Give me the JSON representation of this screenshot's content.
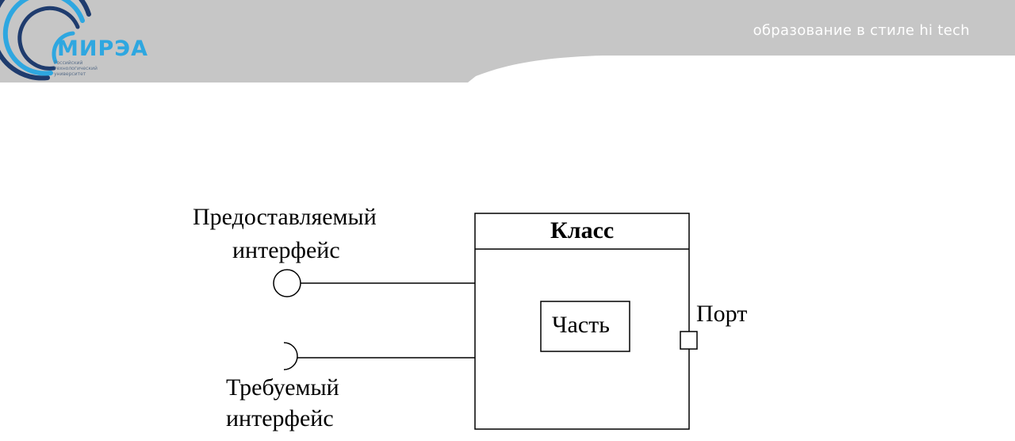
{
  "header": {
    "slogan": "образование в стиле hi tech",
    "logo": {
      "name": "МИРЭА",
      "subtitle_lines": [
        "Российский",
        "технологический",
        "университет"
      ]
    },
    "colors": {
      "bar": "#c8c8c8",
      "logo_blue": "#2ea7e0",
      "logo_dark": "#1f3c6e"
    }
  },
  "diagram": {
    "class_title": "Класс",
    "part": "Часть",
    "port": "Порт",
    "provided_interface": {
      "line1": "Предоставляемый",
      "line2": "интерфейс"
    },
    "required_interface": {
      "line1": "Требуемый",
      "line2": "интерфейс"
    }
  }
}
